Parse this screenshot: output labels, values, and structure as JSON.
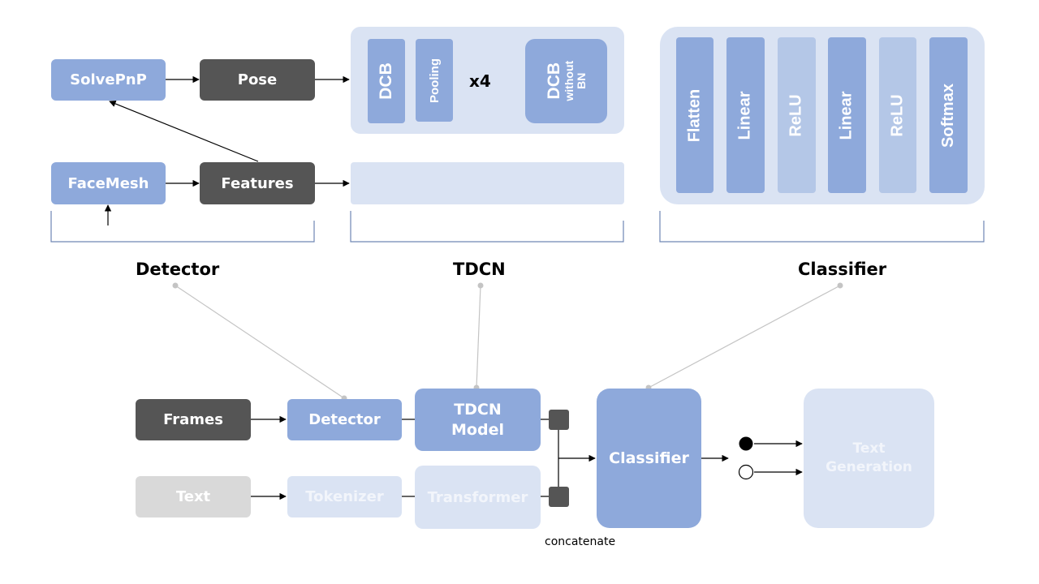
{
  "sections": {
    "detector": "Detector",
    "tdcn": "TDCN",
    "classifier": "Classifier"
  },
  "detector_detail": {
    "solvepnp": "SolvePnP",
    "pose": "Pose",
    "facemesh": "FaceMesh",
    "features": "Features"
  },
  "tdcn_detail": {
    "dcb": "DCB",
    "pooling": "Pooling",
    "repeat": "x4",
    "dcb_no_bn_title": "DCB",
    "dcb_no_bn_sub1": "without",
    "dcb_no_bn_sub2": "BN"
  },
  "classifier_detail": {
    "layers": [
      "Flatten",
      "Linear",
      "ReLU",
      "Linear",
      "ReLU",
      "Softmax"
    ]
  },
  "pipeline": {
    "frames": "Frames",
    "detector": "Detector",
    "tdcn_line1": "TDCN",
    "tdcn_line2": "Model",
    "text": "Text",
    "tokenizer": "Tokenizer",
    "transformer": "Transformer",
    "classifier": "Classifier",
    "textgen_line1": "Text",
    "textgen_line2": "Generation",
    "concatenate": "concatenate"
  },
  "colors": {
    "blue": "#8ea9db",
    "dark": "#555555",
    "pale": "#dae3f3",
    "paler": "#b4c7e7",
    "gray": "#d9d9d9"
  }
}
